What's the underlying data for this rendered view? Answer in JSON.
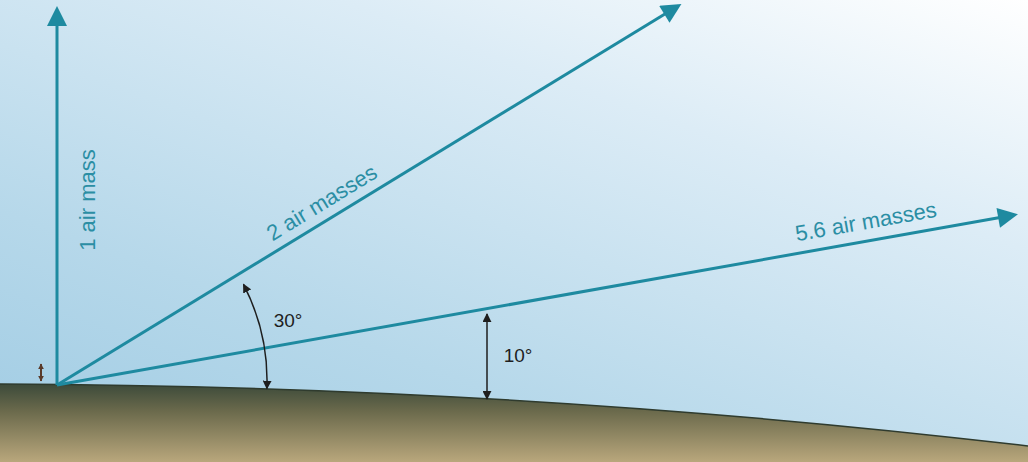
{
  "diagram": {
    "labels": [
      "1 air mass",
      "2 air masses",
      "5.6 air masses",
      "30°",
      "10°"
    ]
  }
}
